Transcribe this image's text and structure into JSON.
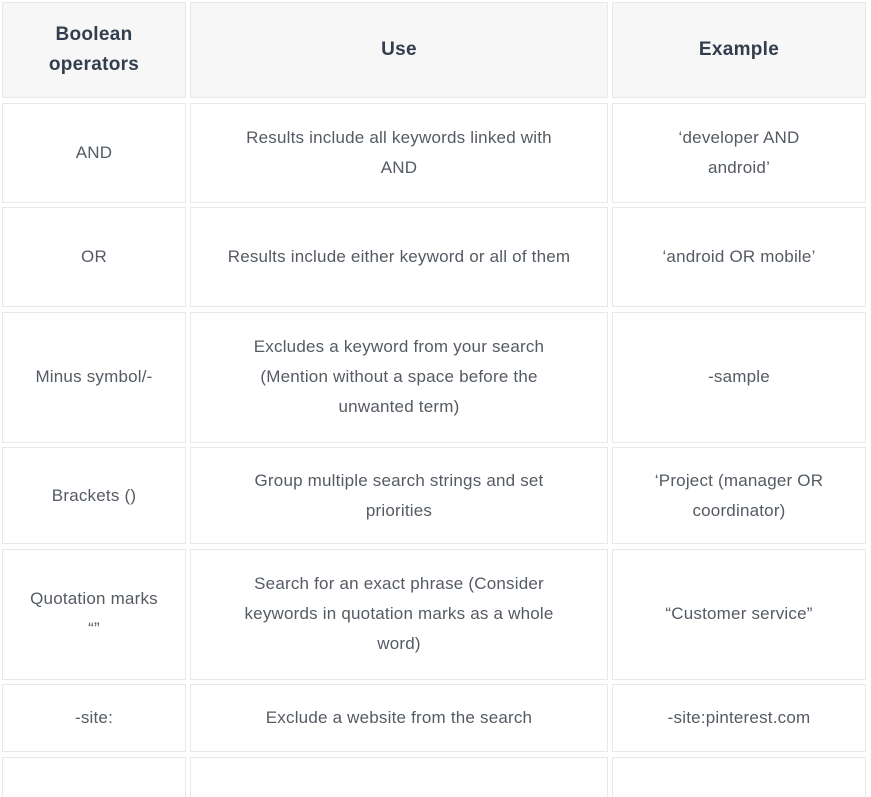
{
  "table": {
    "headers": {
      "operators": "Boolean\noperators",
      "use": "Use",
      "example": "Example"
    },
    "rows": [
      {
        "operator": "AND",
        "use": "Results include all keywords linked with AND",
        "example": "‘developer AND android’"
      },
      {
        "operator": "OR",
        "use": "Results include either keyword or all of them",
        "example": "‘android OR mobile’"
      },
      {
        "operator": "Minus symbol/-",
        "use": "Excludes a keyword from your search (Mention without a space before the unwanted term)",
        "example": "-sample"
      },
      {
        "operator": "Brackets ()",
        "use": "Group multiple search strings and set priorities",
        "example": "‘Project (manager OR coordinator)"
      },
      {
        "operator": "Quotation marks\n“”",
        "use": "Search for an exact phrase (Consider keywords in quotation marks as a whole word)",
        "example": "“Customer service”"
      },
      {
        "operator": "-site:",
        "use": "Exclude a website from the search",
        "example": "-site:pinterest.com"
      }
    ]
  },
  "colors": {
    "header_background": "#f7f7f8",
    "cell_border": "#e8e8ea",
    "header_text": "#323e4d",
    "body_text": "#555b63"
  }
}
